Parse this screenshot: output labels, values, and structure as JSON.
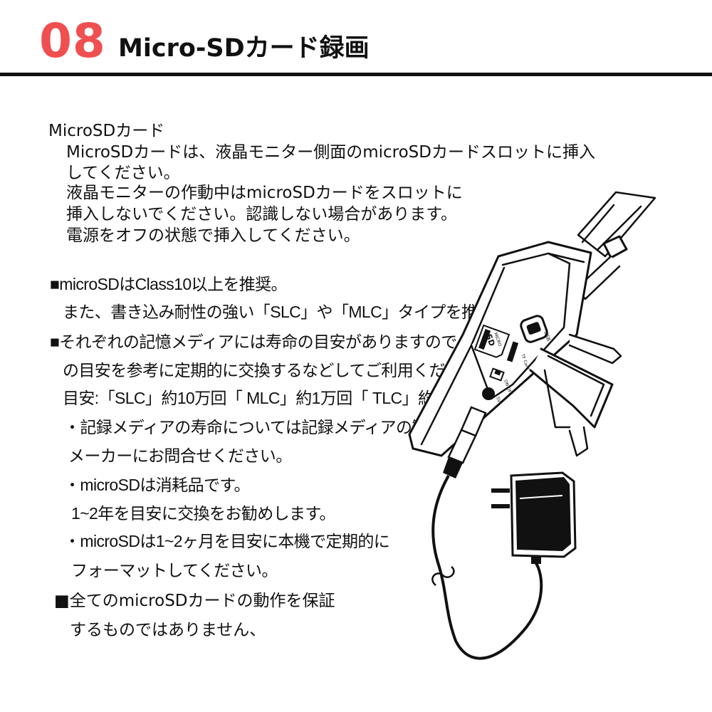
{
  "header": {
    "number": "08",
    "title": "Micro-SDカード録画"
  },
  "intro": {
    "heading": "MicroSDカード",
    "lines": [
      "MicroSDカードは、液晶モニター側面のmicroSDカードスロットに挿入",
      "してください。",
      "液晶モニターの作動中はmicroSDカードをスロットに",
      "挿入しないでください。認識しない場合があります。",
      "電源をオフの状態で挿入してください。"
    ]
  },
  "notes": [
    "■microSDはClass10以上を推奨。",
    "また、書き込み耐性の強い「SLC」や「MLC」タイプを推奨します。",
    "■それぞれの記憶メディアには寿命の目安がありますので、下記",
    "の目安を参考に定期的に交換するなどしてご利用ください。",
    "目安:「SLC」約10万回「 MLC」約1万回「 TLC」約1000回",
    "・記録メディアの寿命については記録メディアの製造",
    "メーカーにお問合せください。",
    "・microSDは消耗品です。",
    "1~2年を目安に交換をお勧めします。",
    "・microSDは1~2ヶ月を目安に本機で定期的に",
    "フォーマットしてください。",
    "■全てのmicroSDカードの動作を保証",
    "するものではありません、"
  ],
  "illustration": {
    "sd_card_label": "SD",
    "sd_card_sublabel": "MICRO",
    "card_slot_label": "TF Card",
    "switch_label": "ON OFF",
    "power_label": "5V",
    "port_label": "USB"
  }
}
